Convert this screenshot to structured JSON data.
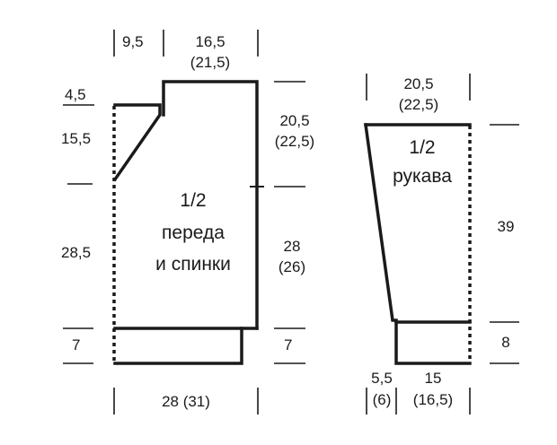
{
  "colors": {
    "line": "#1a1a1a",
    "background": "#ffffff"
  },
  "body_piece": {
    "label_fraction": "1/2",
    "label_line1": "переда",
    "label_line2": "и спинки",
    "dims": {
      "shoulder_left": "9,5",
      "neck_width": "16,5",
      "neck_width_alt": "(21,5)",
      "neck_depth": "4,5",
      "shoulder_slope": "15,5",
      "lower_left": "28,5",
      "armhole": "20,5",
      "armhole_alt": "(22,5)",
      "side": "28",
      "side_alt": "(26)",
      "rib_left": "7",
      "rib_right": "7",
      "bottom_width": "28 (31)"
    }
  },
  "sleeve_piece": {
    "label_fraction": "1/2",
    "label_name": "рукава",
    "dims": {
      "top_width": "20,5",
      "top_width_alt": "(22,5)",
      "length": "39",
      "cuff": "8",
      "cuff_offset": "5,5",
      "cuff_offset_alt": "(6)",
      "cuff_width": "15",
      "cuff_width_alt": "(16,5)"
    }
  }
}
